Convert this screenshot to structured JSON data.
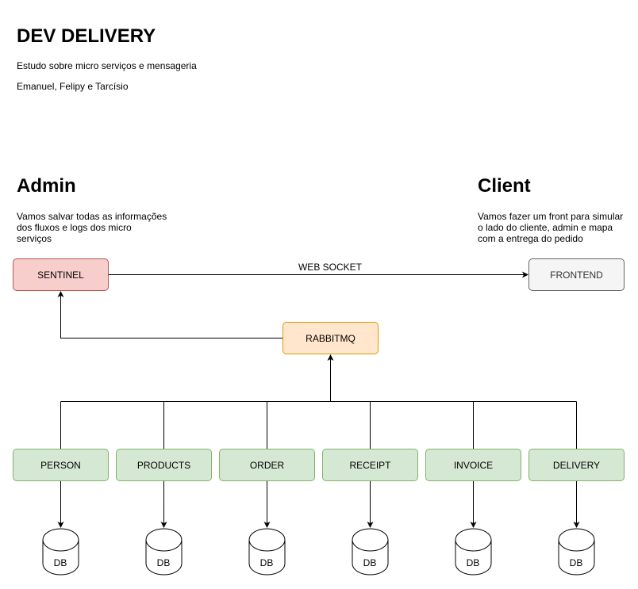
{
  "header": {
    "title": "DEV DELIVERY",
    "subtitle": "Estudo sobre micro serviços e mensageria",
    "authors": "Emanuel, Felipy e Tarcísio"
  },
  "admin": {
    "heading": "Admin",
    "description": "Vamos salvar todas as informações dos fluxos e logs dos micro serviços"
  },
  "client": {
    "heading": "Client",
    "description": "Vamos fazer um front para simular o lado do cliente, admin e mapa com a entrega do pedido"
  },
  "nodes": {
    "sentinel": "SENTINEL",
    "frontend": "FRONTEND",
    "rabbitmq": "RABBITMQ"
  },
  "edge_label": "WEB SOCKET",
  "services": [
    "PERSON",
    "PRODUCTS",
    "ORDER",
    "RECEIPT",
    "INVOICE",
    "DELIVERY"
  ],
  "database_label": "DB",
  "colors": {
    "sentinel_fill": "#f8cecc",
    "frontend_fill": "#f5f5f5",
    "rabbitmq_fill": "#ffe6cc",
    "service_fill": "#d5e8d4"
  }
}
